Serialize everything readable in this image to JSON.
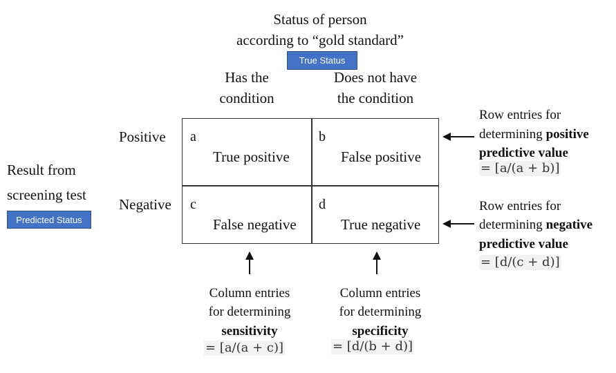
{
  "header": {
    "line1": "Status of person",
    "line2": "according to “gold standard”",
    "badge": "True Status"
  },
  "columns": [
    {
      "line1": "Has the",
      "line2": "condition"
    },
    {
      "line1": "Does not have",
      "line2": "the condition"
    }
  ],
  "rows": {
    "positive": "Positive",
    "negative": "Negative"
  },
  "side": {
    "line1": "Result from",
    "line2": "screening test",
    "badge": "Predicted Status"
  },
  "cells": {
    "a": {
      "letter": "a",
      "label": "True positive"
    },
    "b": {
      "letter": "b",
      "label": "False positive"
    },
    "c": {
      "letter": "c",
      "label": "False negative"
    },
    "d": {
      "letter": "d",
      "label": "True negative"
    }
  },
  "ppv": {
    "line1": "Row entries for",
    "line2_prefix": "determining ",
    "line2_bold": "positive",
    "line3": "predictive value",
    "formula": "= [a/(a + b)]"
  },
  "npv": {
    "line1": "Row entries for",
    "line2_prefix": "determining ",
    "line2_bold": "negative",
    "line3": "predictive value",
    "formula": "= [d/(c + d)]"
  },
  "sensitivity": {
    "line1": "Column entries",
    "line2": "for determining",
    "line3": "sensitivity",
    "formula": "= [a/(a + c)]"
  },
  "specificity": {
    "line1": "Column entries",
    "line2": "for determining",
    "line3": "specificity",
    "formula": "= [d/(b + d)]"
  }
}
